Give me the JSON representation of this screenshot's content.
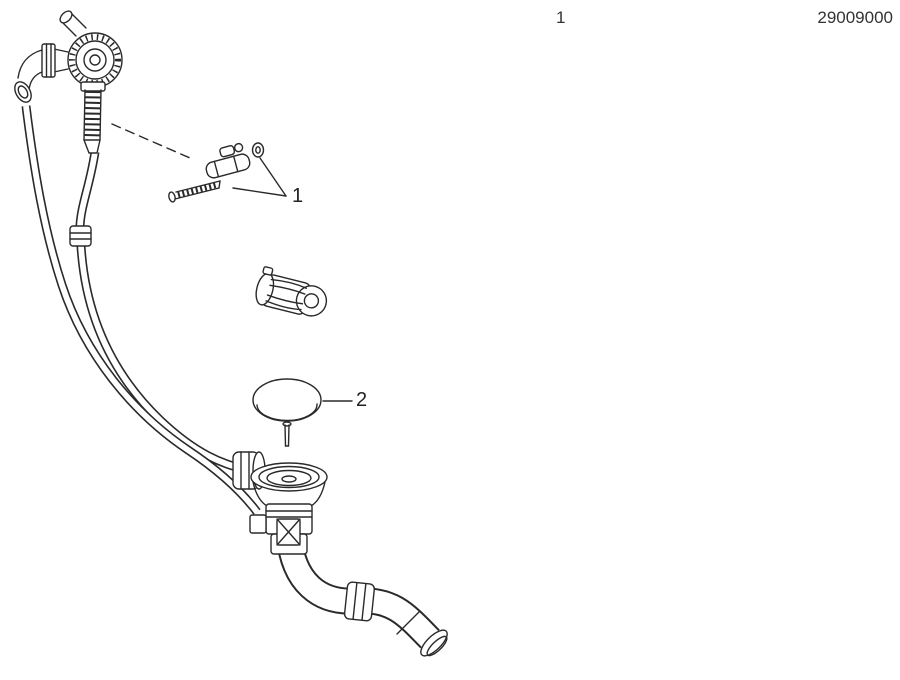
{
  "colors": {
    "background": "#ffffff",
    "line": "#2a2a2a",
    "text": "#222222"
  },
  "header": {
    "figure_index": "1",
    "product_number": "29009000"
  },
  "callouts": {
    "part1_label": "1",
    "part2_label": "2"
  },
  "parts": [
    {
      "name": "bath-filler-valve-with-flexible-hoses"
    },
    {
      "name": "actuator-pin-set-with-screw-and-ring",
      "callout": "1"
    },
    {
      "name": "cartridge-insert"
    },
    {
      "name": "drain-plug-cap-with-pin",
      "callout": "2"
    },
    {
      "name": "waste-tee-with-outlet-elbow"
    }
  ]
}
